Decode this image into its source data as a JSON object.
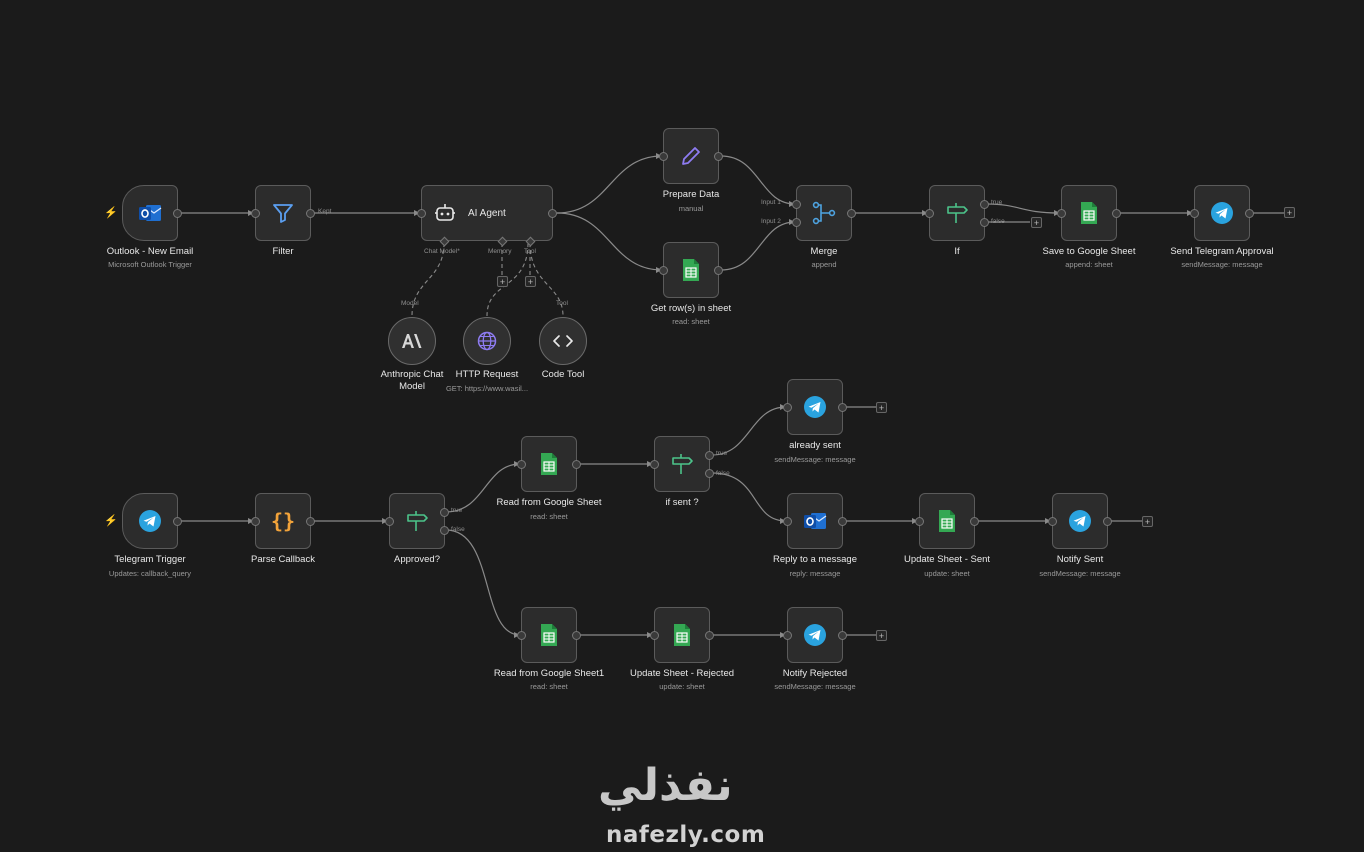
{
  "nodes": {
    "outlook": {
      "title": "Outlook - New Email",
      "subtitle": "Microsoft Outlook Trigger",
      "icon": "outlook-icon"
    },
    "filter": {
      "title": "Filter",
      "icon": "funnel-icon",
      "out_label": "Kept"
    },
    "agent": {
      "title": "AI Agent",
      "icon": "robot-icon",
      "ports": [
        "Chat Model*",
        "Memory",
        "Tool"
      ]
    },
    "prepare": {
      "title": "Prepare Data",
      "subtitle": "manual",
      "icon": "pencil-icon"
    },
    "getrows": {
      "title": "Get row(s) in sheet",
      "subtitle": "read: sheet",
      "icon": "google-sheets-icon"
    },
    "merge": {
      "title": "Merge",
      "subtitle": "append",
      "icon": "merge-icon",
      "inputs": [
        "Input 1",
        "Input 2"
      ]
    },
    "if1": {
      "title": "If",
      "icon": "signpost-icon",
      "outputs": [
        "true",
        "false"
      ]
    },
    "save": {
      "title": "Save to Google Sheet",
      "subtitle": "append: sheet",
      "icon": "google-sheets-icon"
    },
    "sendapproval": {
      "title": "Send Telegram Approval",
      "subtitle": "sendMessage: message",
      "icon": "telegram-icon"
    },
    "anthropic": {
      "title": "Anthropic Chat Model",
      "icon": "anthropic-icon",
      "port_label": "Model"
    },
    "http": {
      "title": "HTTP Request",
      "subtitle": "GET: https://www.wasil...",
      "icon": "globe-icon"
    },
    "code": {
      "title": "Code Tool",
      "icon": "code-icon",
      "port_label": "Tool"
    },
    "tgtrigger": {
      "title": "Telegram Trigger",
      "subtitle": "Updates: callback_query",
      "icon": "telegram-icon"
    },
    "parse": {
      "title": "Parse Callback",
      "icon": "braces-icon"
    },
    "approved": {
      "title": "Approved?",
      "icon": "signpost-icon",
      "outputs": [
        "true",
        "false"
      ]
    },
    "read1": {
      "title": "Read from Google Sheet",
      "subtitle": "read: sheet",
      "icon": "google-sheets-icon"
    },
    "ifsent": {
      "title": "if sent ?",
      "icon": "signpost-icon",
      "outputs": [
        "true",
        "false"
      ]
    },
    "already": {
      "title": "already sent",
      "subtitle": "sendMessage: message",
      "icon": "telegram-icon"
    },
    "reply": {
      "title": "Reply to a message",
      "subtitle": "reply: message",
      "icon": "outlook-icon"
    },
    "updsent": {
      "title": "Update Sheet - Sent",
      "subtitle": "update: sheet",
      "icon": "google-sheets-icon"
    },
    "notifysent": {
      "title": "Notify Sent",
      "subtitle": "sendMessage: message",
      "icon": "telegram-icon"
    },
    "read2": {
      "title": "Read from Google Sheet1",
      "subtitle": "read: sheet",
      "icon": "google-sheets-icon"
    },
    "updrej": {
      "title": "Update Sheet - Rejected",
      "subtitle": "update: sheet",
      "icon": "google-sheets-icon"
    },
    "notifyrej": {
      "title": "Notify Rejected",
      "subtitle": "sendMessage: message",
      "icon": "telegram-icon"
    }
  },
  "plus_label": "+",
  "watermark": {
    "arabic": "نفذلي",
    "latin": "nafezly.com"
  },
  "colors": {
    "canvas": "#1b1b1b",
    "node": "#2c2c2c",
    "border": "#5b5b5b",
    "wire": "#8a8a8a",
    "trigger_bolt": "#e2553f",
    "sheets_green": "#34a853",
    "telegram_blue": "#2aa3df",
    "outlook_blue": "#1f6fd1",
    "if_green": "#4cc38a",
    "merge_blue": "#4ea3e0",
    "purple": "#8e7cf2",
    "orange": "#f2a33a"
  }
}
